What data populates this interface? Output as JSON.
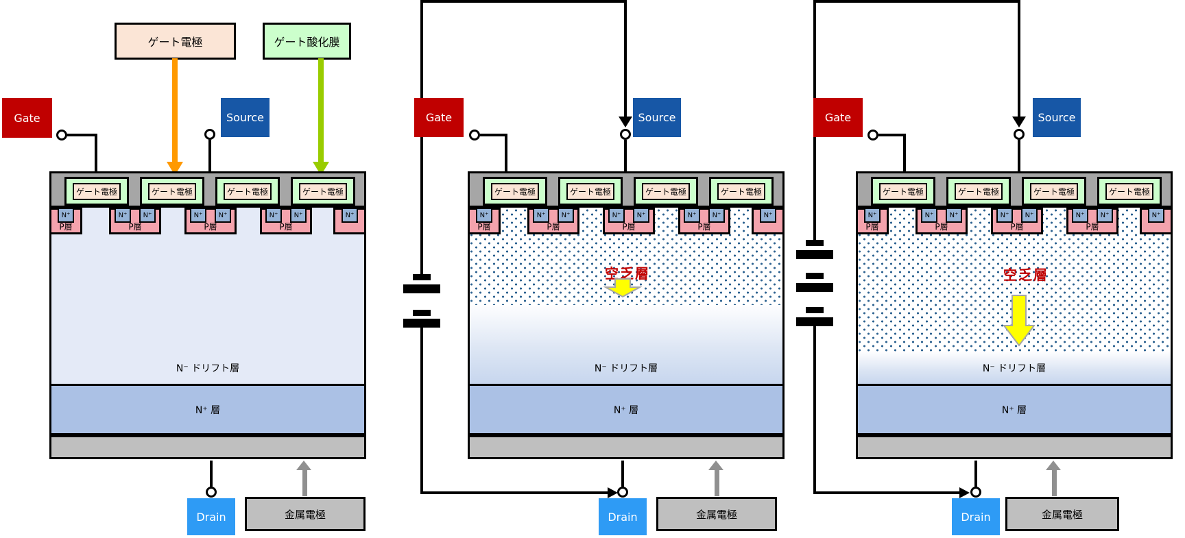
{
  "callouts": {
    "gate_electrode": "ゲート電極",
    "gate_oxide": "ゲート酸化膜"
  },
  "terminals": {
    "gate": "Gate",
    "source": "Source",
    "drain": "Drain"
  },
  "structure": {
    "gate_electrode": "ゲート電極",
    "n_plus": "N⁺",
    "p_layer": "P層",
    "n_drift_layer": "N⁻ ドリフト層",
    "n_plus_layer": "N⁺ 層",
    "metal_electrode": "金属電極"
  },
  "annotations": {
    "depletion_layer": "空乏層"
  },
  "diagrams": [
    {
      "name": "no-bias",
      "battery_cells": 0,
      "depletion": "none"
    },
    {
      "name": "small-reverse-bias",
      "battery_cells": 2,
      "depletion": "shallow"
    },
    {
      "name": "large-reverse-bias",
      "battery_cells": 3,
      "depletion": "deep"
    }
  ],
  "colors": {
    "gate_red": "#C00000",
    "source_blue": "#1757A6",
    "drain_blue": "#2E9BF5",
    "electrode_peach": "#FBE5D6",
    "oxide_green": "#CCFFCC",
    "n_cell_blue": "#95B3D7",
    "p_well_pink": "#F4A3AD",
    "drift_lavender": "#E4EAF7",
    "n_layer_blue": "#ABC1E5",
    "top_metal_gray": "#A6A6A6",
    "bottom_metal_gray": "#BFBFBF",
    "depletion_dot_blue": "#2E6391",
    "depletion_text_red": "#C00000",
    "orange_arrow": "#FF9900",
    "green_arrow": "#99CC00",
    "yellow_arrow": "#FFFF00",
    "gray_arrow": "#909090"
  }
}
